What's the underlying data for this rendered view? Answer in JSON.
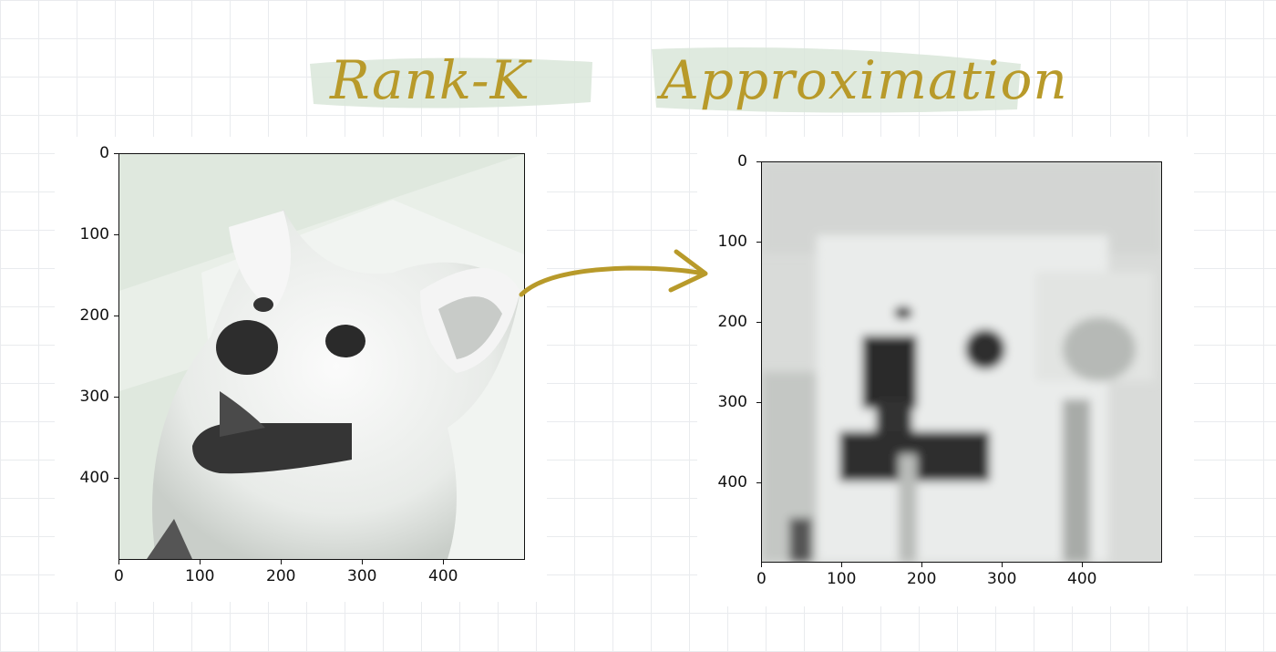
{
  "title": {
    "part1": "Rank-K",
    "part2": "Approximation",
    "color": "#b89a2a",
    "highlight_color": "#d9e6d9"
  },
  "panels": [
    {
      "id": "original",
      "image_icon": "corgi-photo-original",
      "y_ticks": [
        "0",
        "100",
        "200",
        "300",
        "400"
      ],
      "x_ticks": [
        "0",
        "100",
        "200",
        "300",
        "400"
      ]
    },
    {
      "id": "approximation",
      "image_icon": "corgi-photo-rank-k-blurred",
      "y_ticks": [
        "0",
        "100",
        "200",
        "300",
        "400"
      ],
      "x_ticks": [
        "0",
        "100",
        "200",
        "300",
        "400"
      ]
    }
  ],
  "arrow": {
    "icon": "curved-arrow-icon",
    "color": "#b89a2a"
  },
  "colors": {
    "grid": "#e9ebee",
    "axis": "#111111",
    "image_tint": "#dfe8de"
  }
}
